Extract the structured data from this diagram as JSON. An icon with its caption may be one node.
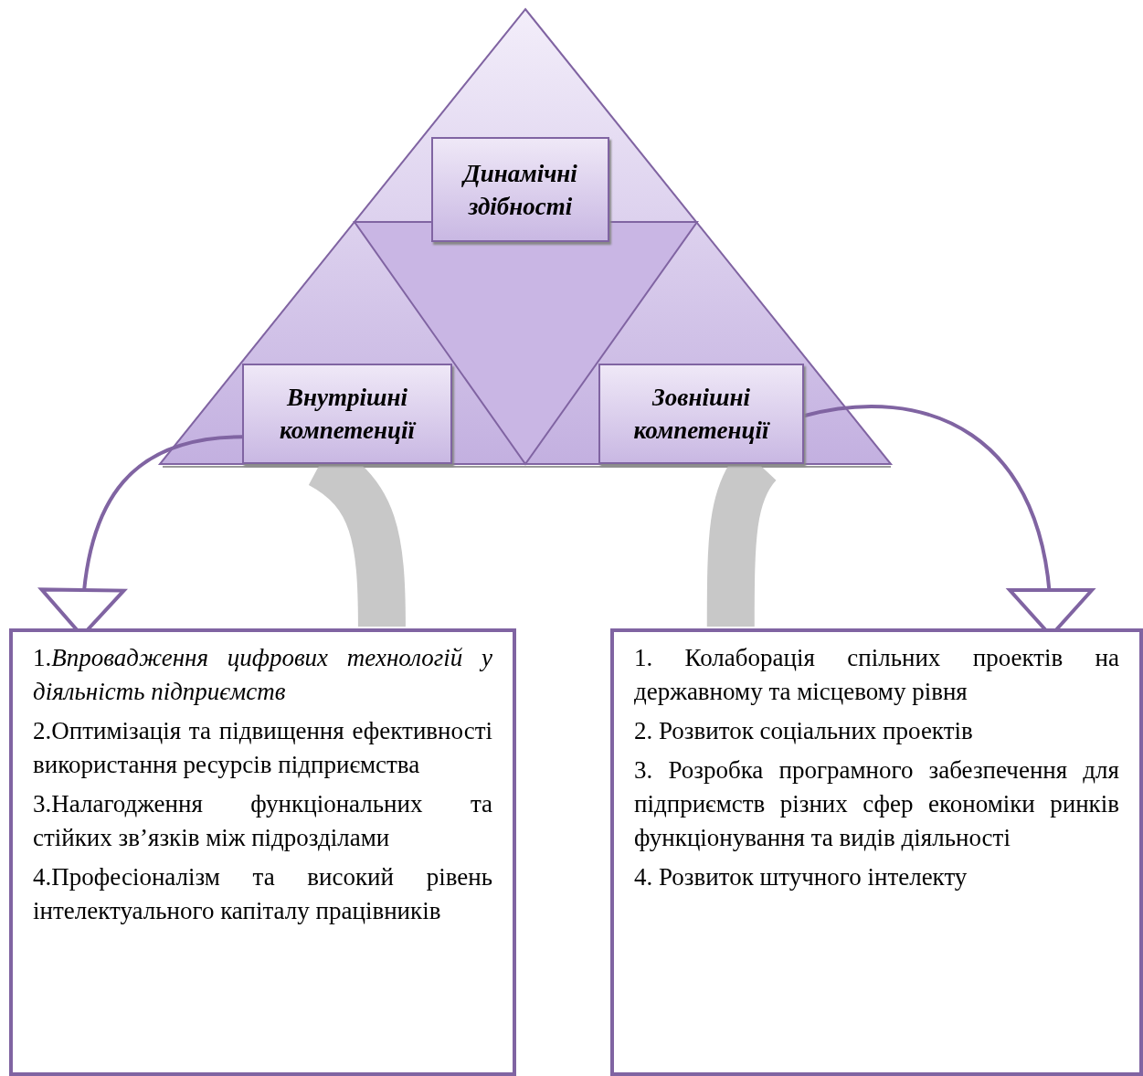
{
  "diagram": {
    "nodes": [
      {
        "text": [
          "Динамічні здібності"
        ]
      },
      {
        "text": [
          "Внутрішні компетенції"
        ]
      },
      {
        "text": [
          "Зовнішні компетенції"
        ]
      },
      {
        "text": [
          "1.*Впровадження цифрових технологій у діяльність підприємств*",
          "2.Оптимізація та підвищення ефективності використання ресурсів підприємства",
          "3.Налагодження функціональних та стійких зв’язків між підрозділами",
          "4.Професіоналізм та високий рівень інтелектуального капіталу працівників"
        ]
      },
      {
        "text": [
          "1. Колаборація спільних проектів на державному та місцевому рівня",
          "2. Розвиток соціальних проектів",
          "3. Розробка програмного забезпечення для підприємств різних сфер економіки ринків функціонування та видів діяльності",
          "4. Розвиток штучного інтелекту"
        ]
      }
    ],
    "edges": [
      {
        "from": 1,
        "to": 3,
        "arrow": "to"
      },
      {
        "from": 1,
        "to": 3,
        "arrow": "none",
        "style": "thick",
        "color": "#c8c8c8"
      },
      {
        "from": 2,
        "to": 4,
        "arrow": "none",
        "style": "thick",
        "color": "#c8c8c8"
      },
      {
        "from": 2,
        "to": 4,
        "arrow": "to"
      }
    ]
  }
}
